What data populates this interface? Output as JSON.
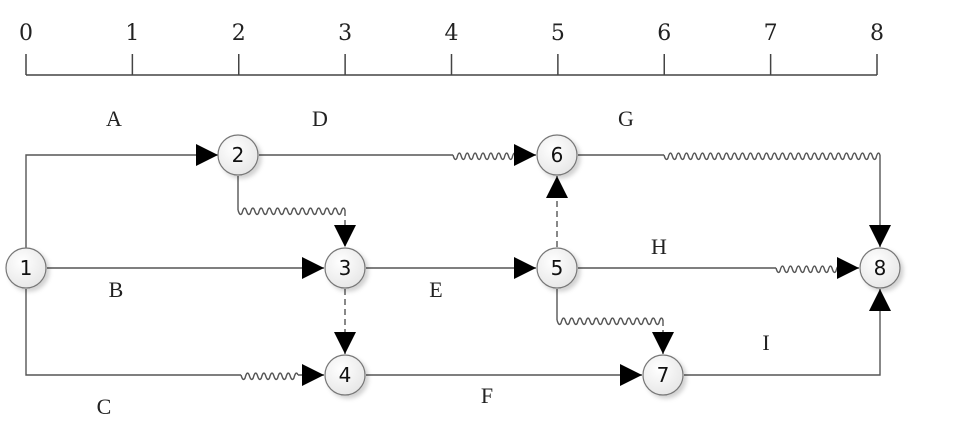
{
  "diagram": {
    "type": "time-scaled network (activity-on-arrow)",
    "time_scale": {
      "ticks": [
        "0",
        "1",
        "2",
        "3",
        "4",
        "5",
        "6",
        "7",
        "8"
      ]
    },
    "nodes": [
      {
        "id": "1",
        "label": "1",
        "time": 0,
        "row": "middle"
      },
      {
        "id": "2",
        "label": "2",
        "time": 2,
        "row": "top"
      },
      {
        "id": "3",
        "label": "3",
        "time": 3,
        "row": "middle"
      },
      {
        "id": "4",
        "label": "4",
        "time": 3,
        "row": "bottom"
      },
      {
        "id": "5",
        "label": "5",
        "time": 5,
        "row": "middle"
      },
      {
        "id": "6",
        "label": "6",
        "time": 5,
        "row": "top"
      },
      {
        "id": "7",
        "label": "7",
        "time": 6,
        "row": "bottom"
      },
      {
        "id": "8",
        "label": "8",
        "time": 8,
        "row": "middle"
      }
    ],
    "activities": [
      {
        "name": "A",
        "from": "1",
        "to": "2",
        "duration": 2,
        "free_float": 0
      },
      {
        "name": "B",
        "from": "1",
        "to": "3",
        "duration": 3,
        "free_float": 0
      },
      {
        "name": "C",
        "from": "1",
        "to": "4",
        "duration": 2,
        "free_float": 0.5
      },
      {
        "name": "D",
        "from": "2",
        "to": "6",
        "duration": 2,
        "free_float": 0.75
      },
      {
        "name": "E",
        "from": "3",
        "to": "5",
        "duration": 2,
        "free_float": 0
      },
      {
        "name": "F",
        "from": "4",
        "to": "7",
        "duration": 3,
        "free_float": 0
      },
      {
        "name": "G",
        "from": "6",
        "to": "8",
        "duration": 1,
        "free_float": 2
      },
      {
        "name": "H",
        "from": "5",
        "to": "8",
        "duration": 2,
        "free_float": 0.75
      },
      {
        "name": "I",
        "from": "7",
        "to": "8",
        "duration": 2,
        "free_float": 0
      }
    ],
    "dummies": [
      {
        "from": "2",
        "to": "3",
        "free_float": 1
      },
      {
        "from": "3",
        "to": "4",
        "free_float": 0
      },
      {
        "from": "5",
        "to": "6",
        "free_float": 0
      },
      {
        "from": "5",
        "to": "7",
        "free_float": 1
      }
    ]
  }
}
